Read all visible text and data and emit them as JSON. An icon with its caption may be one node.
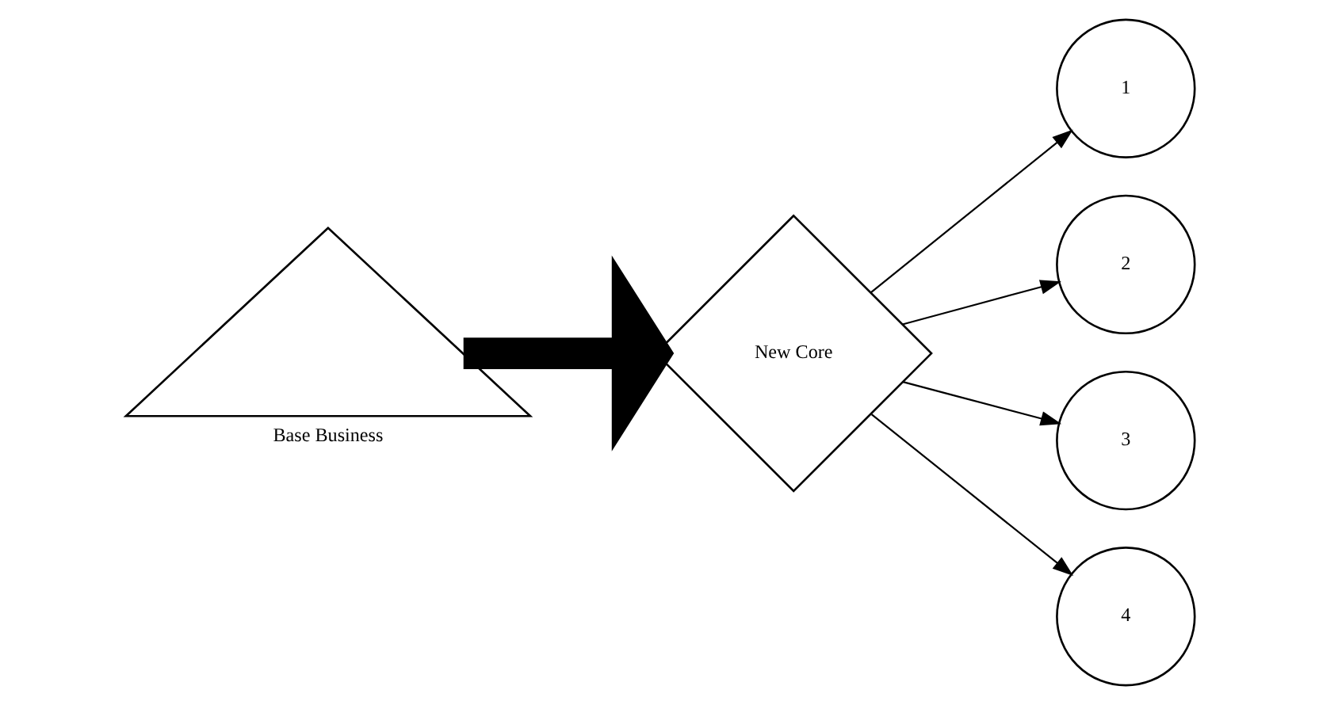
{
  "diagram": {
    "nodes": [
      {
        "text": [
          "Base Business"
        ]
      },
      {
        "text": [
          "New Core"
        ]
      },
      {
        "text": [
          "1"
        ]
      },
      {
        "text": [
          "2"
        ]
      },
      {
        "text": [
          "3"
        ]
      },
      {
        "text": [
          "4"
        ]
      }
    ],
    "edges": [
      {
        "from": 0,
        "to": 1,
        "arrow": "to",
        "style": "thick"
      },
      {
        "from": 1,
        "to": 2,
        "arrow": "to"
      },
      {
        "from": 1,
        "to": 3,
        "arrow": "to"
      },
      {
        "from": 1,
        "to": 4,
        "arrow": "to"
      },
      {
        "from": 1,
        "to": 5,
        "arrow": "to"
      }
    ]
  }
}
